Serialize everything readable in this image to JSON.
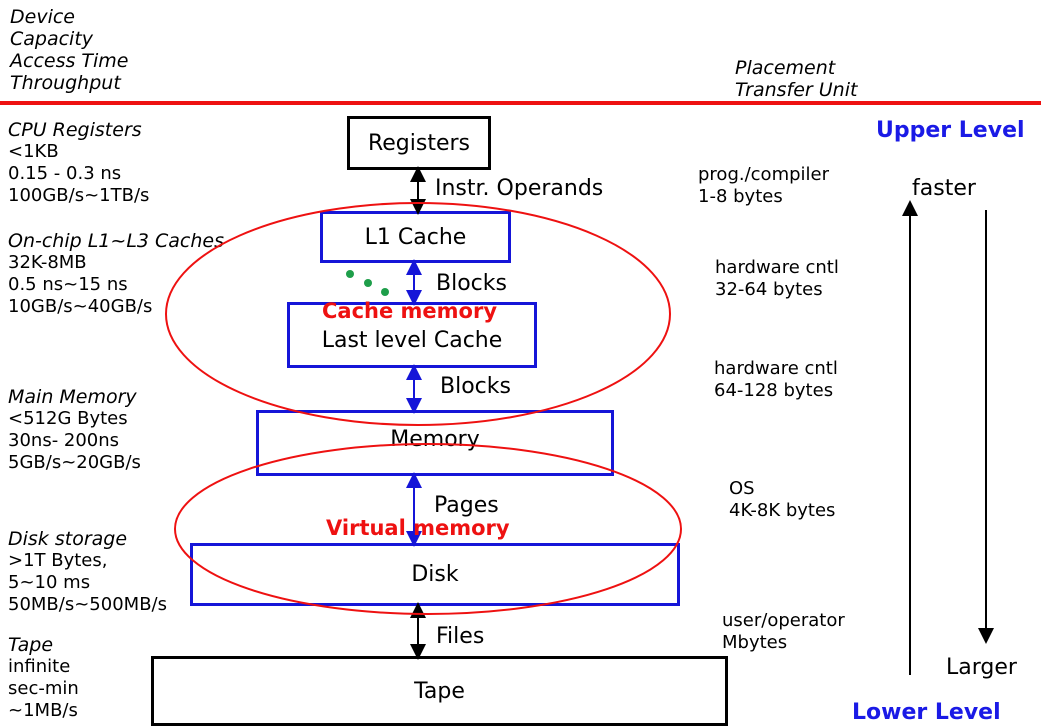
{
  "header": {
    "left_lines": [
      "Device",
      "Capacity",
      "Access Time",
      "Throughput"
    ],
    "right_lines": [
      "Placement",
      "Transfer Unit"
    ]
  },
  "devices": [
    {
      "name": "CPU Registers",
      "specs": [
        "<1KB",
        "0.15 - 0.3 ns",
        "100GB/s~1TB/s"
      ]
    },
    {
      "name": "On-chip L1~L3 Caches",
      "specs": [
        "32K-8MB",
        "0.5 ns~15 ns",
        "10GB/s~40GB/s"
      ]
    },
    {
      "name": "Main Memory",
      "specs": [
        "<512G Bytes",
        "30ns- 200ns",
        "5GB/s~20GB/s"
      ]
    },
    {
      "name": "Disk storage",
      "specs": [
        ">1T Bytes,",
        "5~10 ms",
        "50MB/s~500MB/s"
      ]
    },
    {
      "name": "Tape",
      "specs": [
        "infinite",
        "sec-min",
        "~1MB/s"
      ]
    }
  ],
  "boxes": {
    "registers": "Registers",
    "l1": "L1 Cache",
    "llc": "Last level Cache",
    "memory": "Memory",
    "disk": "Disk",
    "tape": "Tape"
  },
  "transfers": {
    "reg_l1": "Instr. Operands",
    "l1_llc": "Blocks",
    "llc_mem": "Blocks",
    "mem_disk": "Pages",
    "disk_tape": "Files"
  },
  "placement": [
    [
      "prog./compiler",
      "1-8 bytes"
    ],
    [
      "hardware cntl",
      "32-64 bytes"
    ],
    [
      "hardware cntl",
      "64-128 bytes"
    ],
    [
      "OS",
      "4K-8K bytes"
    ],
    [
      "user/operator",
      "Mbytes"
    ]
  ],
  "groups": {
    "cache": "Cache memory",
    "virtual": "Virtual memory"
  },
  "levels": {
    "upper": "Upper Level",
    "lower": "Lower Level",
    "faster": "faster",
    "larger": "Larger"
  },
  "colors": {
    "red": "#ee1111",
    "blue": "#1515d8",
    "green": "#1e9e4a"
  }
}
